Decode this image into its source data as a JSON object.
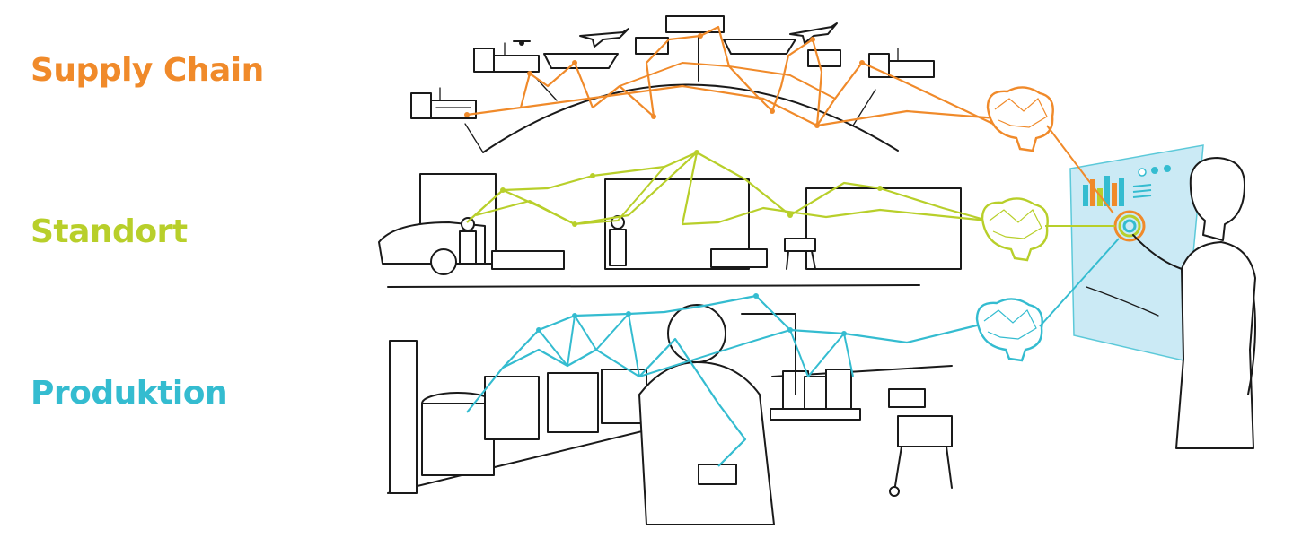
{
  "labels": {
    "supply_chain": "Supply Chain",
    "standort": "Standort",
    "produktion": "Produktion"
  },
  "colors": {
    "supply_chain": "#f08a2a",
    "standort": "#b8cf2a",
    "produktion": "#34bcd0",
    "ink": "#1a1a1a",
    "panel": "#bfe6f3"
  },
  "icons": {
    "brain": "brain-icon",
    "touch": "touch-ring-icon"
  }
}
